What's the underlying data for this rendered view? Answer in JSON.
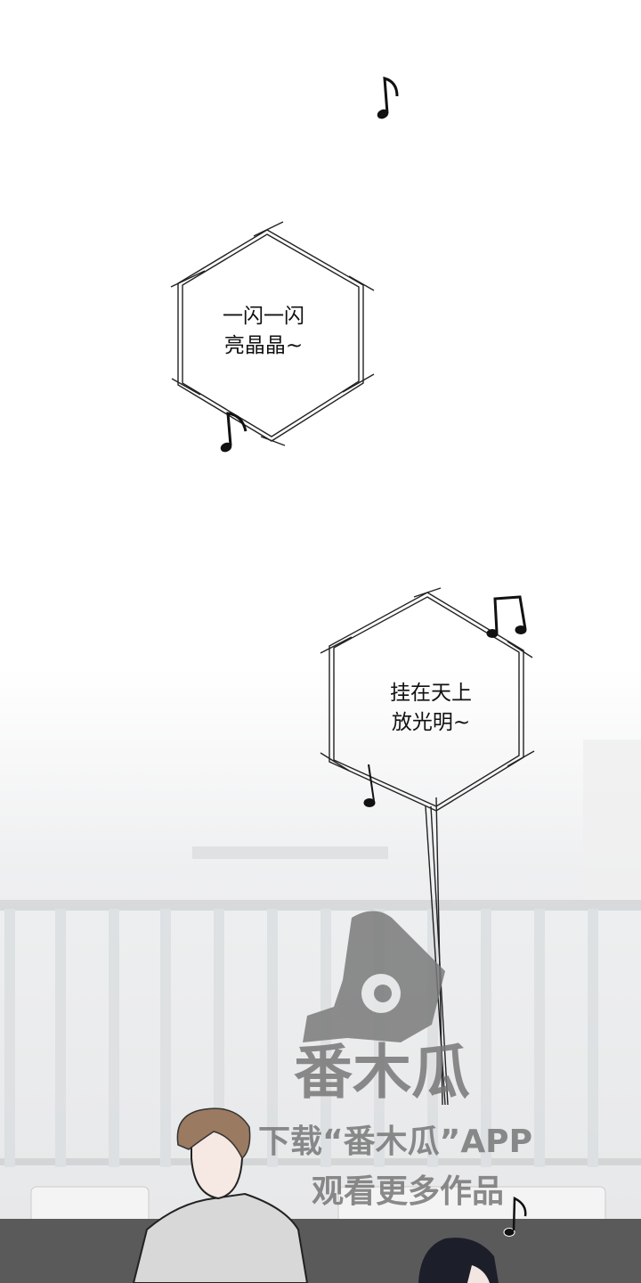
{
  "bubbles": [
    {
      "lines": [
        "一闪一闪",
        "亮晶晶~"
      ]
    },
    {
      "lines": [
        "挂在天上",
        "放光明~"
      ]
    }
  ],
  "watermark": {
    "logo_text": "番木瓜",
    "line1": "下载“番木瓜”APP",
    "line2": "观看更多作品"
  },
  "icons": [
    "music-note-icon"
  ],
  "colors": {
    "background": "#ffffff",
    "sofa": "#5a5a5a",
    "railing": "#e4e6e8",
    "hair_brown": "#9a7a60",
    "hair_dark": "#1c1f2a"
  }
}
